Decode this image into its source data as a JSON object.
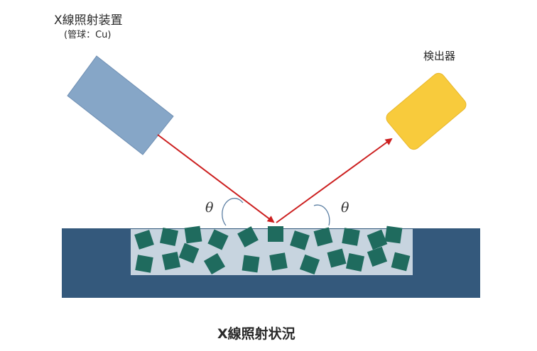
{
  "labels": {
    "source_title": "X線照射装置",
    "source_sub": "(管球：Cu)",
    "detector": "検出器",
    "caption": "X線照射状況",
    "theta_left": "θ",
    "theta_right": "θ"
  },
  "colors": {
    "source": "#86a6c7",
    "source_border": "#6f8fb3",
    "detector": "#f8cb3c",
    "detector_border": "#e8b72c",
    "beam": "#cc1f1f",
    "holder": "#34597c",
    "sample_area": "#c7d4df",
    "crystal": "#1f6b5e",
    "arc": "#5c7fa3"
  }
}
